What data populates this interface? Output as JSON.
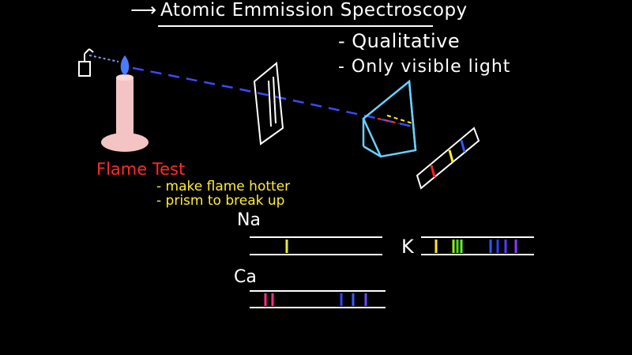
{
  "title": "Atomic Emmission Spectroscopy",
  "title_arrow": "⟶",
  "notes": [
    "- Qualitative",
    "- Only visible light"
  ],
  "flame_label": "Flame Test",
  "yellow_notes": [
    "- make flame hotter",
    "- prism to break up"
  ],
  "spectra": [
    {
      "label": "Na",
      "lines": [
        "#e8e83a"
      ]
    },
    {
      "label": "Ca",
      "lines": [
        "#ff2d8a",
        "#ff2d8a",
        "#2a48ff",
        "#3a5aff",
        "#6a4aff"
      ]
    },
    {
      "label": "K",
      "lines": [
        "#ffe033",
        "#88ee22",
        "#55dd22",
        "#66ee33",
        "#3355ff",
        "#2a40ff",
        "#5a3aff",
        "#8a3aff"
      ]
    }
  ],
  "prism_spectrum": [
    "#ff2020",
    "#ffee22",
    "#3355ff"
  ],
  "colors": {
    "text": "#ffffff",
    "flame_text": "#ff2a2a",
    "note_text": "#ffee33",
    "beam": "#3a4aff",
    "prism": "#6ad0ff",
    "candle": "#f4c4c4"
  }
}
